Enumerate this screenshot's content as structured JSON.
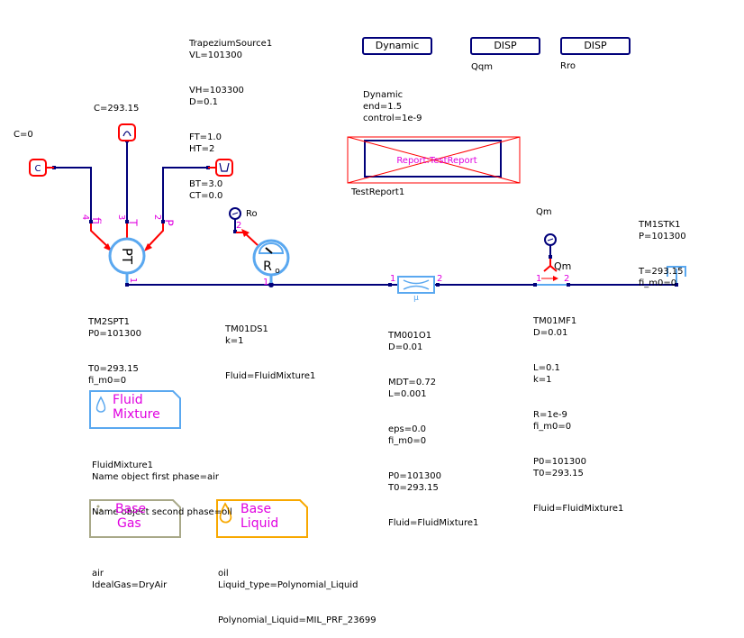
{
  "colors": {
    "wire": "#00007a",
    "signal": "#ff0000",
    "component": "#5aa8f0",
    "pin_label": "#e000e0",
    "base_gas_border": "#a8a888",
    "base_liquid_border": "#f8a800"
  },
  "toolbar_blocks": {
    "dynamic": {
      "label": "Dynamic",
      "params": [
        "Dynamic",
        "end=1.5",
        "control=1e-9"
      ]
    },
    "disp_qm": {
      "label": "DISP",
      "params": [
        "Qqm"
      ]
    },
    "disp_ro": {
      "label": "DISP",
      "params": [
        "Rro"
      ]
    }
  },
  "trapezium_source": {
    "params": [
      "TrapeziumSource1",
      "VL=101300",
      "VH=103300",
      "D=0.1",
      "FT=1.0",
      "HT=2",
      "BT=3.0",
      "CT=0.0"
    ]
  },
  "constants": {
    "c_temp": {
      "label": "C=293.15",
      "icon": "constant-icon"
    },
    "c_fi": {
      "label": "C=0",
      "icon": "constant-icon"
    }
  },
  "report": {
    "text": "Report:TestReport",
    "name": "TestReport1"
  },
  "components": {
    "pt_source": {
      "symbol": "PT",
      "params": [
        "TM2SPT1",
        "P0=101300",
        "T0=293.15",
        "fi_m0=0"
      ],
      "pins": {
        "p1": "1",
        "p2": "2",
        "p3": "3",
        "p4": "4"
      },
      "port_labels": {
        "fi": "fi",
        "T": "T",
        "P": "P"
      }
    },
    "density_sensor": {
      "symbol": "R",
      "symbol_sub": "o",
      "params": [
        "TM01DS1",
        "k=1",
        "Fluid=FluidMixture1"
      ],
      "pins": {
        "p1": "1",
        "p2": "2"
      },
      "output_label": "Ro"
    },
    "orifice": {
      "symbol": "μ",
      "params": [
        "TM001O1",
        "D=0.01",
        "MDT=0.72",
        "L=0.001",
        "eps=0.0",
        "fi_m0=0",
        "P0=101300",
        "T0=293.15",
        "Fluid=FluidMixture1"
      ],
      "pins": {
        "p1": "1",
        "p2": "2"
      }
    },
    "mass_flow": {
      "params": [
        "TM01MF1",
        "D=0.01",
        "L=0.1",
        "k=1",
        "R=1e-9",
        "fi_m0=0",
        "P0=101300",
        "T0=293.15",
        "Fluid=FluidMixture1"
      ],
      "pins": {
        "p1": "1",
        "p2": "2"
      },
      "output_label": "Qm",
      "sensor_label": "Qm"
    },
    "sink": {
      "params": [
        "TM1STK1",
        "P=101300",
        "T=293.15",
        "fi_m0=0"
      ]
    }
  },
  "fluid_blocks": {
    "fluid_mixture": {
      "title": [
        "Fluid",
        "Mixture"
      ],
      "params": [
        "FluidMixture1",
        "Name object first phase=air",
        "Name object second phase=oil"
      ]
    },
    "base_gas": {
      "title": [
        "Base",
        "Gas"
      ],
      "params": [
        "air",
        "IdealGas=DryAir"
      ]
    },
    "base_liquid": {
      "title": [
        "Base",
        "Liquid"
      ],
      "params": [
        "oil",
        "Liquid_type=Polynomial_Liquid",
        "Polynomial_Liquid=MIL_PRF_23699"
      ]
    }
  }
}
